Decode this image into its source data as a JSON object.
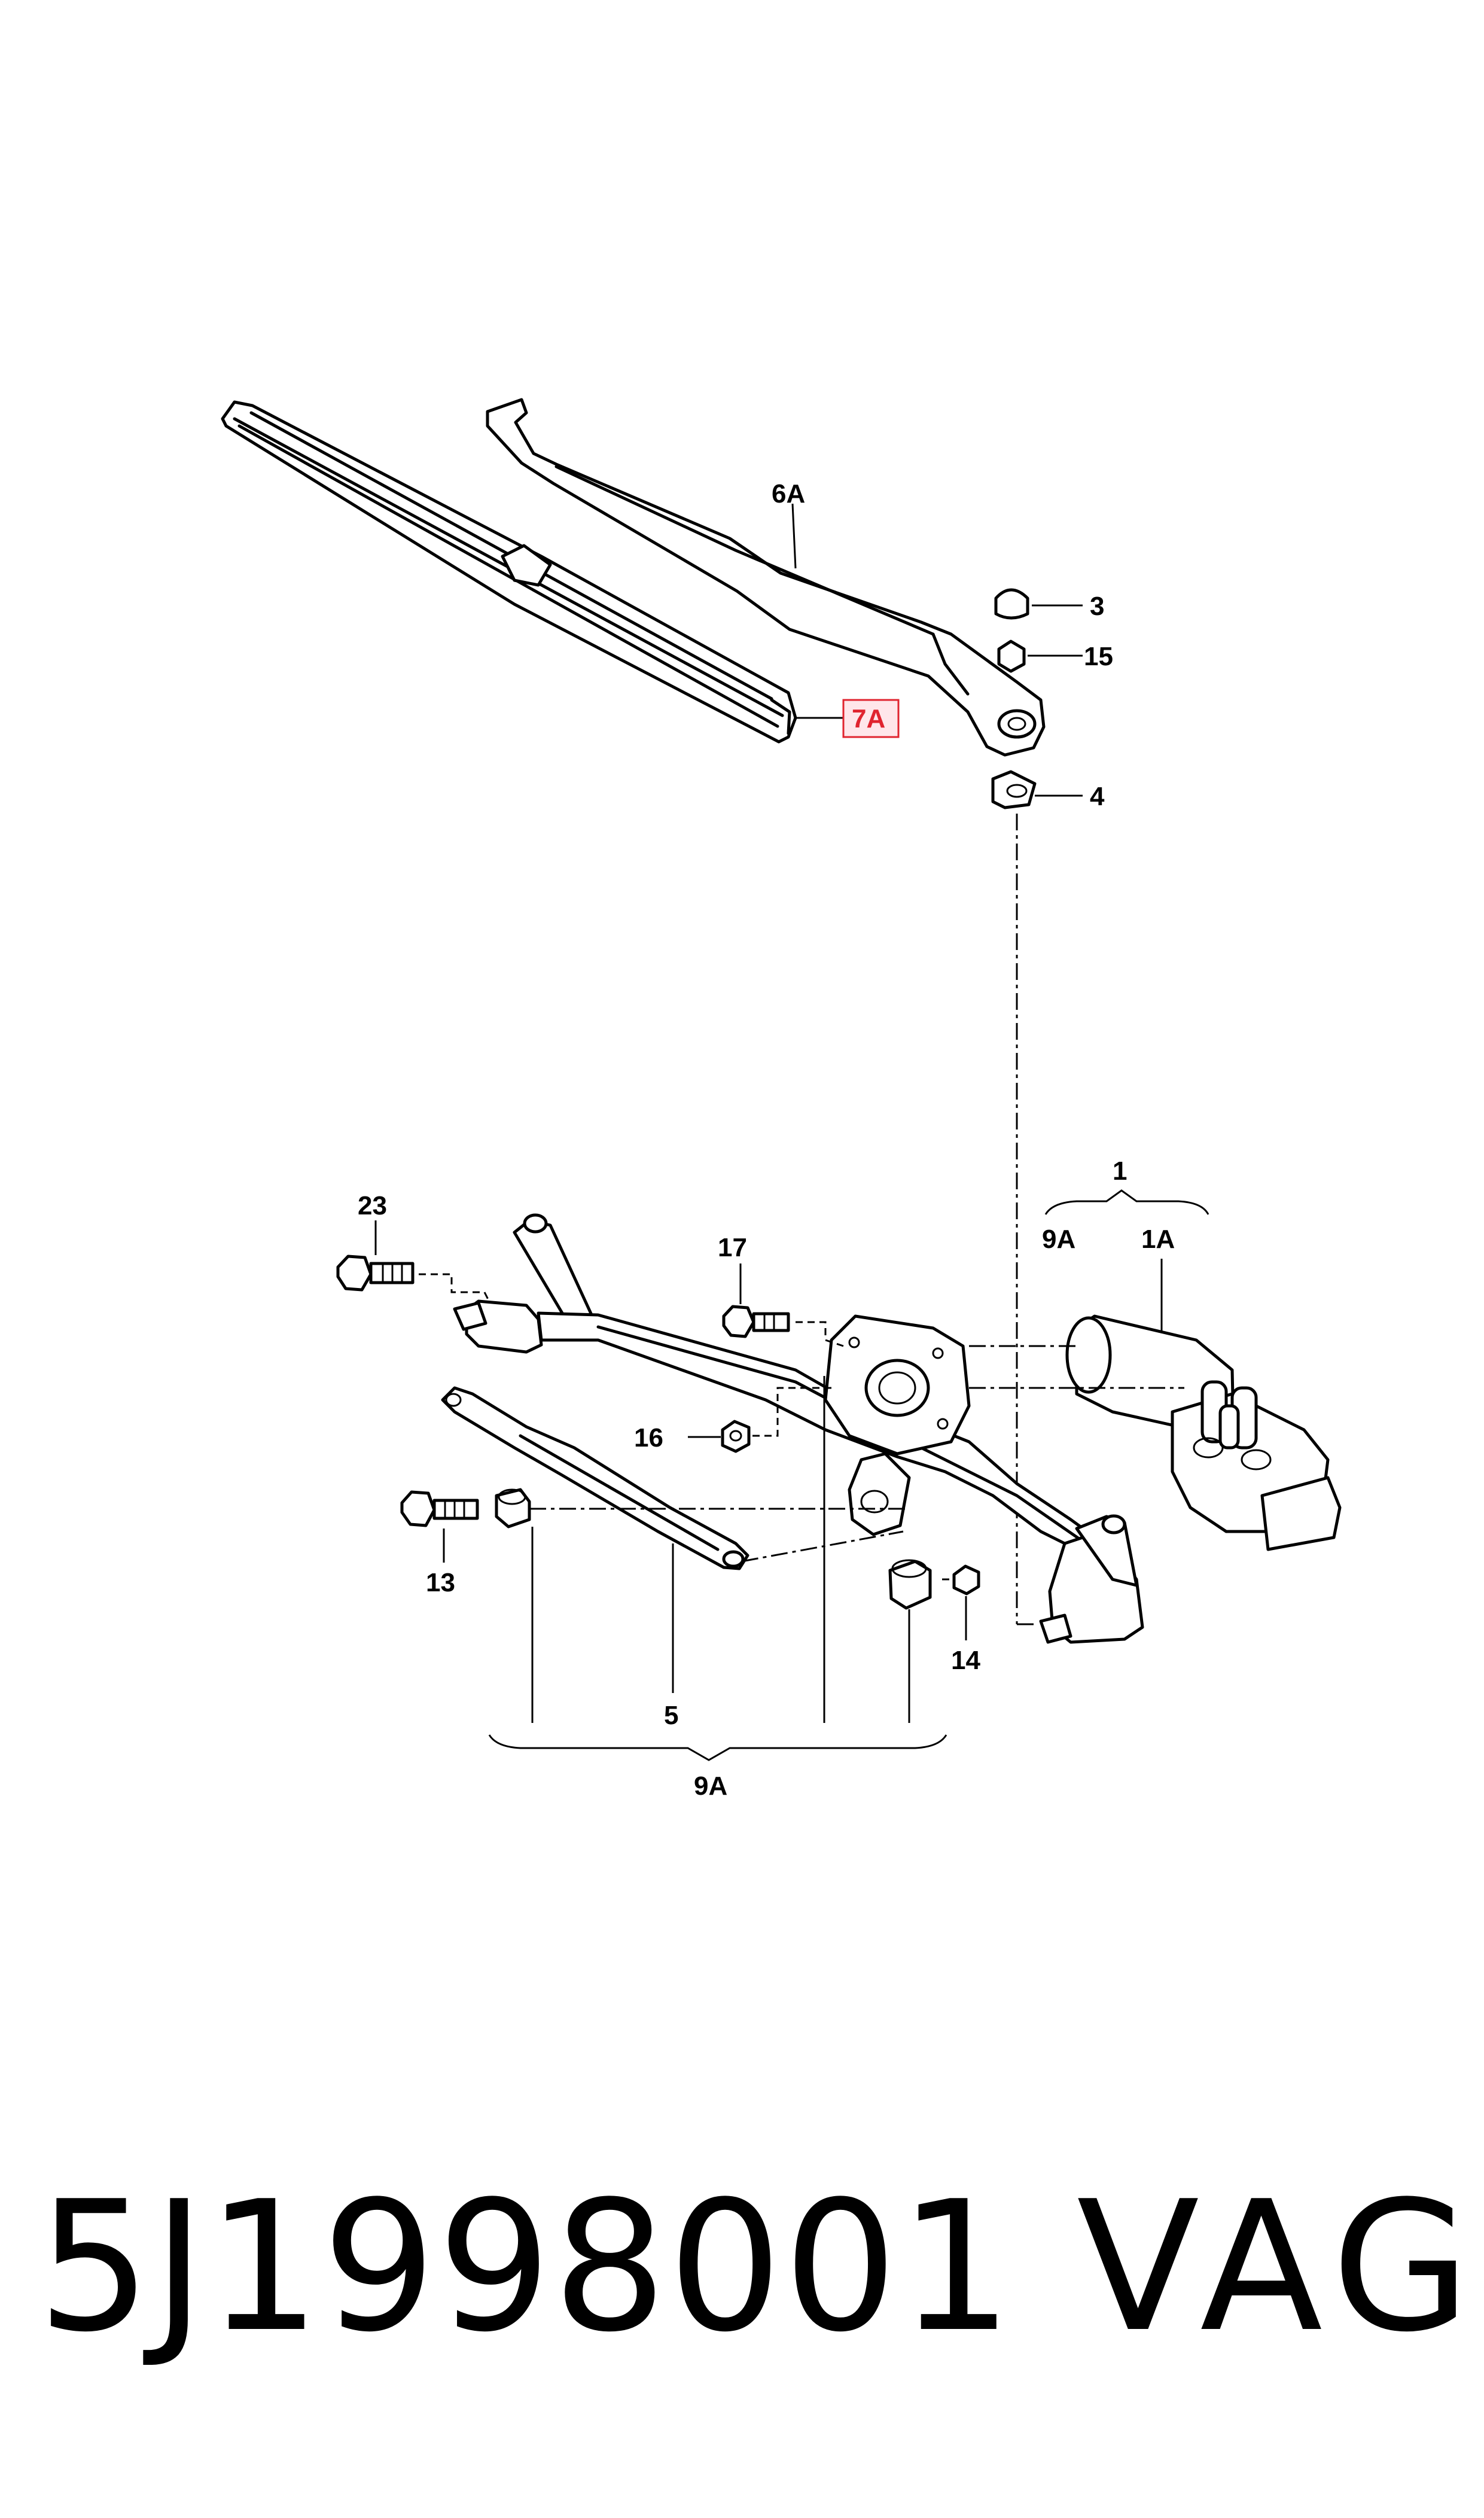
{
  "labels": {
    "l_6A": "6A",
    "l_3": "3",
    "l_15": "15",
    "l_7A": "7A",
    "l_4": "4",
    "l_1": "1",
    "l_9A_top": "9A",
    "l_1A": "1A",
    "l_23": "23",
    "l_17": "17",
    "l_16": "16",
    "l_13": "13",
    "l_5": "5",
    "l_14": "14",
    "l_9A_bottom": "9A"
  },
  "highlighted_part": "7A",
  "colors": {
    "highlight": "#e0242f",
    "highlight_fill": "#ffe6ea",
    "line": "#000000",
    "background": "#ffffff"
  },
  "footer": {
    "part_number": "5J1998001",
    "brand": "VAG"
  }
}
